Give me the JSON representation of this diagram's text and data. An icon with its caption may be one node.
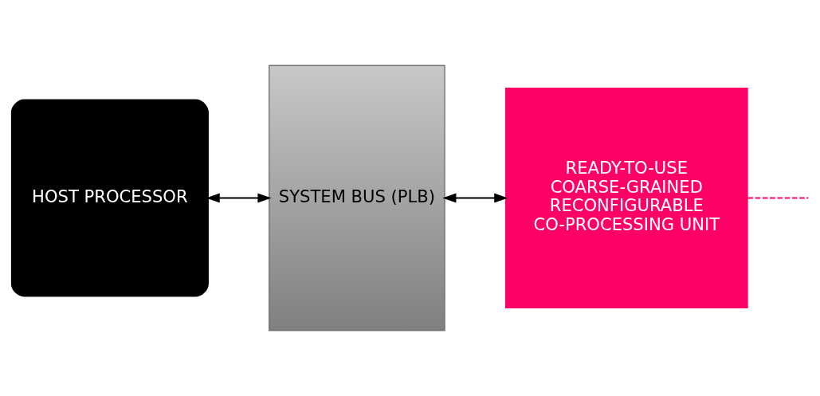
{
  "diagram": {
    "nodes": [
      {
        "text": [
          "HOST PROCESSOR"
        ]
      },
      {
        "text": [
          "SYSTEM BUS (PLB)"
        ]
      },
      {
        "text": [
          "READY-TO-USE COARSE-GRAINED RECONFIGURABLE CO-PROCESSING UNIT"
        ]
      }
    ],
    "edges": [
      {
        "from": 0,
        "to": 1,
        "arrow": "both"
      },
      {
        "from": 1,
        "to": 2,
        "arrow": "both"
      },
      {
        "from": 2,
        "to": null,
        "arrow": "none",
        "style": "dashed",
        "color": "#ff0066"
      }
    ]
  }
}
